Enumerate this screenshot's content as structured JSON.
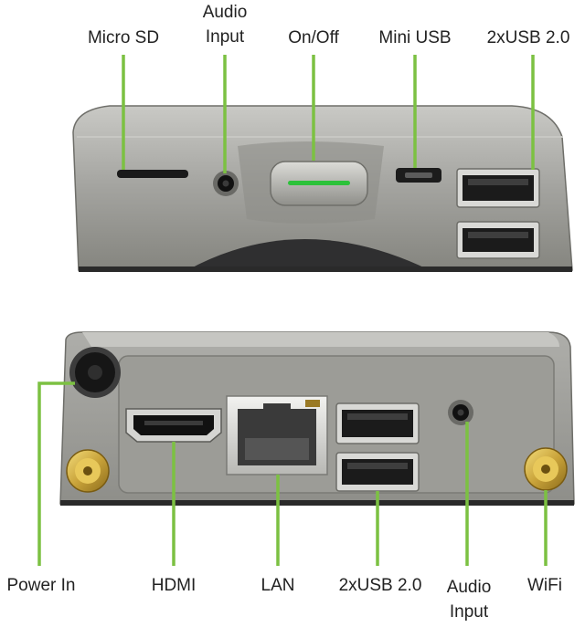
{
  "colors": {
    "leader": "#7cc142",
    "case": "#9a9a96",
    "power_led": "#2cc23a"
  },
  "top_view": {
    "labels": {
      "micro_sd": "Micro SD",
      "audio_input_1": "Audio",
      "audio_input_2": "Input",
      "on_off": "On/Off",
      "mini_usb": "Mini USB",
      "usb_pair": "2xUSB 2.0"
    }
  },
  "bottom_view": {
    "labels": {
      "power_in": "Power In",
      "hdmi": "HDMI",
      "lan": "LAN",
      "usb_pair": "2xUSB 2.0",
      "audio_input_1": "Audio",
      "audio_input_2": "Input",
      "wifi": "WiFi"
    }
  }
}
